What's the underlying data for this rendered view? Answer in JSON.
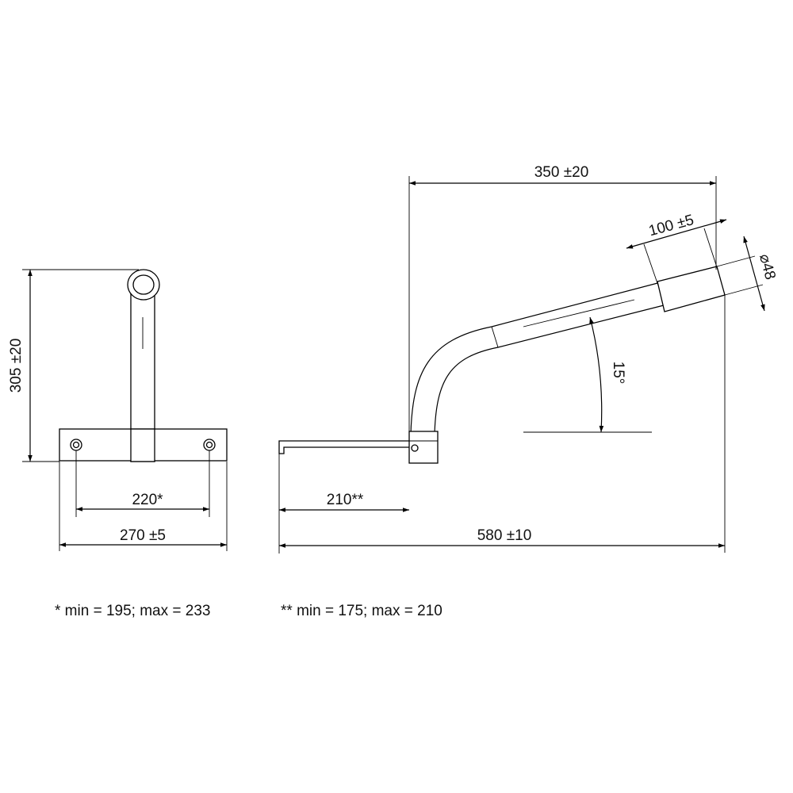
{
  "dimensions": {
    "front_height": "305 ±20",
    "front_hole_spacing": "220*",
    "front_width": "270 ±5",
    "side_reach": "350 ±20",
    "side_sleeve": "100 ±5",
    "side_diameter": "⌀48",
    "side_angle": "15°",
    "side_rod": "210**",
    "side_total": "580 ±10"
  },
  "notes": {
    "note_1": "* min = 195; max = 233",
    "note_2": "** min = 175; max = 210"
  }
}
